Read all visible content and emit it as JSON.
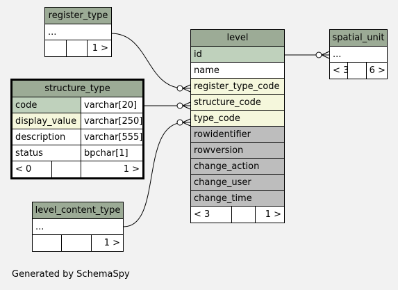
{
  "tables": {
    "register_type": {
      "name": "register_type",
      "rows": [
        "..."
      ],
      "footer": [
        "",
        "",
        "1 >"
      ]
    },
    "spatial_unit": {
      "name": "spatial_unit",
      "rows": [
        "..."
      ],
      "footer": [
        "< 3",
        "",
        "6 >"
      ]
    },
    "structure_type": {
      "name": "structure_type",
      "columns": [
        {
          "name": "code",
          "type": "varchar[20]"
        },
        {
          "name": "display_value",
          "type": "varchar[250]"
        },
        {
          "name": "description",
          "type": "varchar[555]"
        },
        {
          "name": "status",
          "type": "bpchar[1]"
        }
      ],
      "footer": [
        "< 0",
        "",
        "1 >"
      ]
    },
    "level_content_type": {
      "name": "level_content_type",
      "rows": [
        "..."
      ],
      "footer": [
        "",
        "",
        "1 >"
      ]
    },
    "level": {
      "name": "level",
      "columns": [
        "id",
        "name",
        "register_type_code",
        "structure_code",
        "type_code",
        "rowidentifier",
        "rowversion",
        "change_action",
        "change_user",
        "change_time"
      ],
      "footer": [
        "< 3",
        "",
        "1 >"
      ]
    }
  },
  "footer_text": "Generated by SchemaSpy",
  "colors": {
    "header": "#9cab96",
    "primary_key": "#bfd1bc",
    "foreign_key": "#f5f7dc",
    "metadata": "#bdbdbd",
    "background": "#f2f2f2"
  }
}
